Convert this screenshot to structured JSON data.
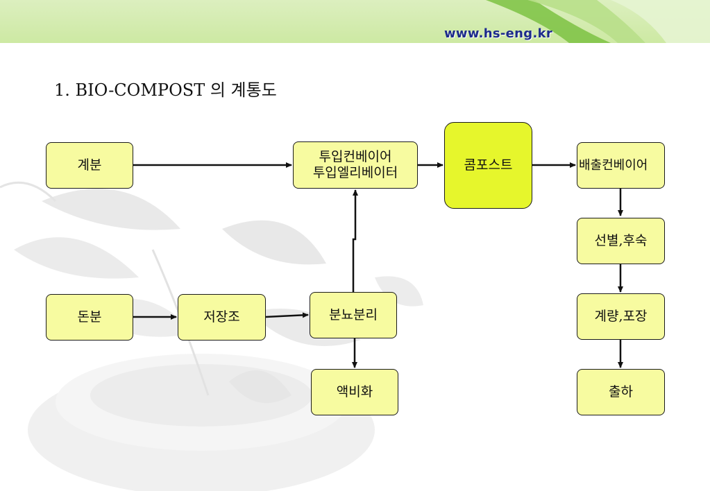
{
  "header": {
    "url": "www.hs-eng.kr"
  },
  "title": "1. BIO-COMPOST 의 계통도",
  "flowchart": {
    "nodes": {
      "manure": "계분",
      "pig_manure": "돈분",
      "storage_tank": "저장조",
      "separation": "분뇨분리",
      "liquefaction": "액비화",
      "input": "투입컨베이어\n투입엘리베이터",
      "compost": "콤포스트",
      "output_conveyor": "배출컨베이어",
      "sorting": "선별,후숙",
      "weighing": "계량,포장",
      "shipping": "출하"
    },
    "edges": [
      [
        "manure",
        "input"
      ],
      [
        "input",
        "compost"
      ],
      [
        "compost",
        "output_conveyor"
      ],
      [
        "output_conveyor",
        "sorting"
      ],
      [
        "sorting",
        "weighing"
      ],
      [
        "weighing",
        "shipping"
      ],
      [
        "pig_manure",
        "storage_tank"
      ],
      [
        "storage_tank",
        "separation"
      ],
      [
        "separation",
        "input"
      ],
      [
        "separation",
        "liquefaction"
      ]
    ]
  },
  "colors": {
    "box_fill": "#f7fba0",
    "core_fill": "#e6f62c",
    "header_band": "#cde9a3",
    "url_text": "#1c2b8a"
  }
}
